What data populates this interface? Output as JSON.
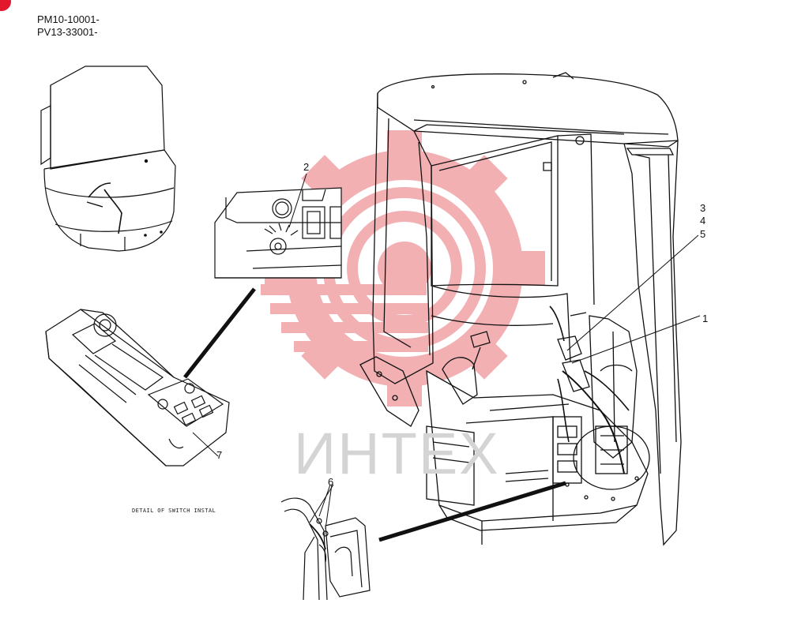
{
  "serials": [
    "PM10-10001-",
    "PV13-33001-"
  ],
  "callouts": {
    "c1": "1",
    "c2": "2",
    "c3": "3",
    "c4": "4",
    "c5": "5",
    "c6": "6",
    "c7": "7"
  },
  "caption": "DETAIL OF SWITCH INSTAL",
  "watermark": {
    "text": "ИНТЕХ",
    "logo_color": "#f2a3a6",
    "text_color": "#d4d4d4"
  },
  "corner_mark_color": "#e2182c"
}
